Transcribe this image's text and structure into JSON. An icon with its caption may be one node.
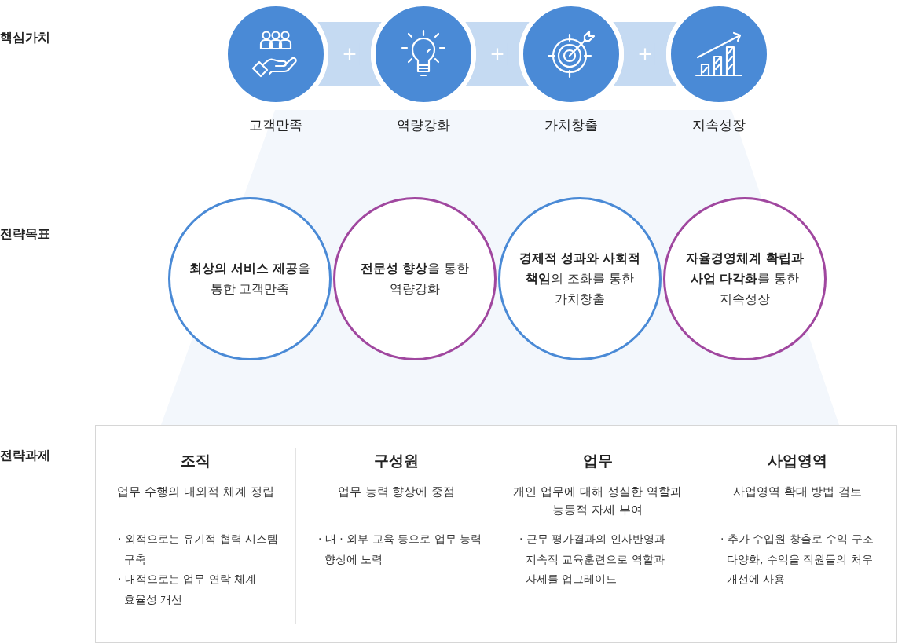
{
  "diagram": {
    "nodes": [
      {
        "text": [
          "고객만족"
        ]
      },
      {
        "text": [
          "역량강화"
        ]
      },
      {
        "text": [
          "가치창출"
        ]
      },
      {
        "text": [
          "지속성장"
        ]
      },
      {
        "text": [
          "**최상의 서비스 제공**을 통한 고객만족"
        ]
      },
      {
        "text": [
          "**전문성 향상**을 통한 역량강화"
        ]
      },
      {
        "text": [
          "**경제적 성과와 사회적 책임**의 조화를 통한 가치창출"
        ]
      },
      {
        "text": [
          "**자율경영체계 확립과 사업 다각화**를 통한 지속성장"
        ]
      },
      {
        "text": [],
        "shape": "box"
      },
      {
        "text": [
          "조직",
          "업무 수행의 내외적 체계 정립",
          "· 외적으로는 유기적 협력 시스템 구축",
          "· 내적으로는 업무 연락 체계 효율성 개선"
        ],
        "in": 8
      },
      {
        "text": [
          "구성원",
          "업무 능력 향상에 중점",
          "· 내 · 외부 교육 등으로 업무 능력 향상에 노력"
        ],
        "in": 8
      },
      {
        "text": [
          "업무",
          "개인 업무에 대해 성실한 역할과 능동적 자세 부여",
          "· 근무 평가결과의 인사반영과 지속적 교육훈련으로 역할과 자세를 업그레이드"
        ],
        "in": 8
      },
      {
        "text": [
          "사업영역",
          "사업영역 확대 방법 검토",
          "· 추가 수입원 창출로 수익 구조 다양화, 수익을 직원들의 처우 개선에 사용"
        ],
        "in": 8
      }
    ],
    "edges": [
      {
        "from": 0,
        "to": 1,
        "arrow": "none",
        "label": "+",
        "style": "thick",
        "color": "#c5daf2"
      },
      {
        "from": 1,
        "to": 2,
        "arrow": "none",
        "label": "+",
        "style": "thick",
        "color": "#c5daf2"
      },
      {
        "from": 2,
        "to": 3,
        "arrow": "none",
        "label": "+",
        "style": "thick",
        "color": "#c5daf2"
      }
    ],
    "labels": [
      "핵심가치",
      "전략목표",
      "전략과제"
    ]
  }
}
